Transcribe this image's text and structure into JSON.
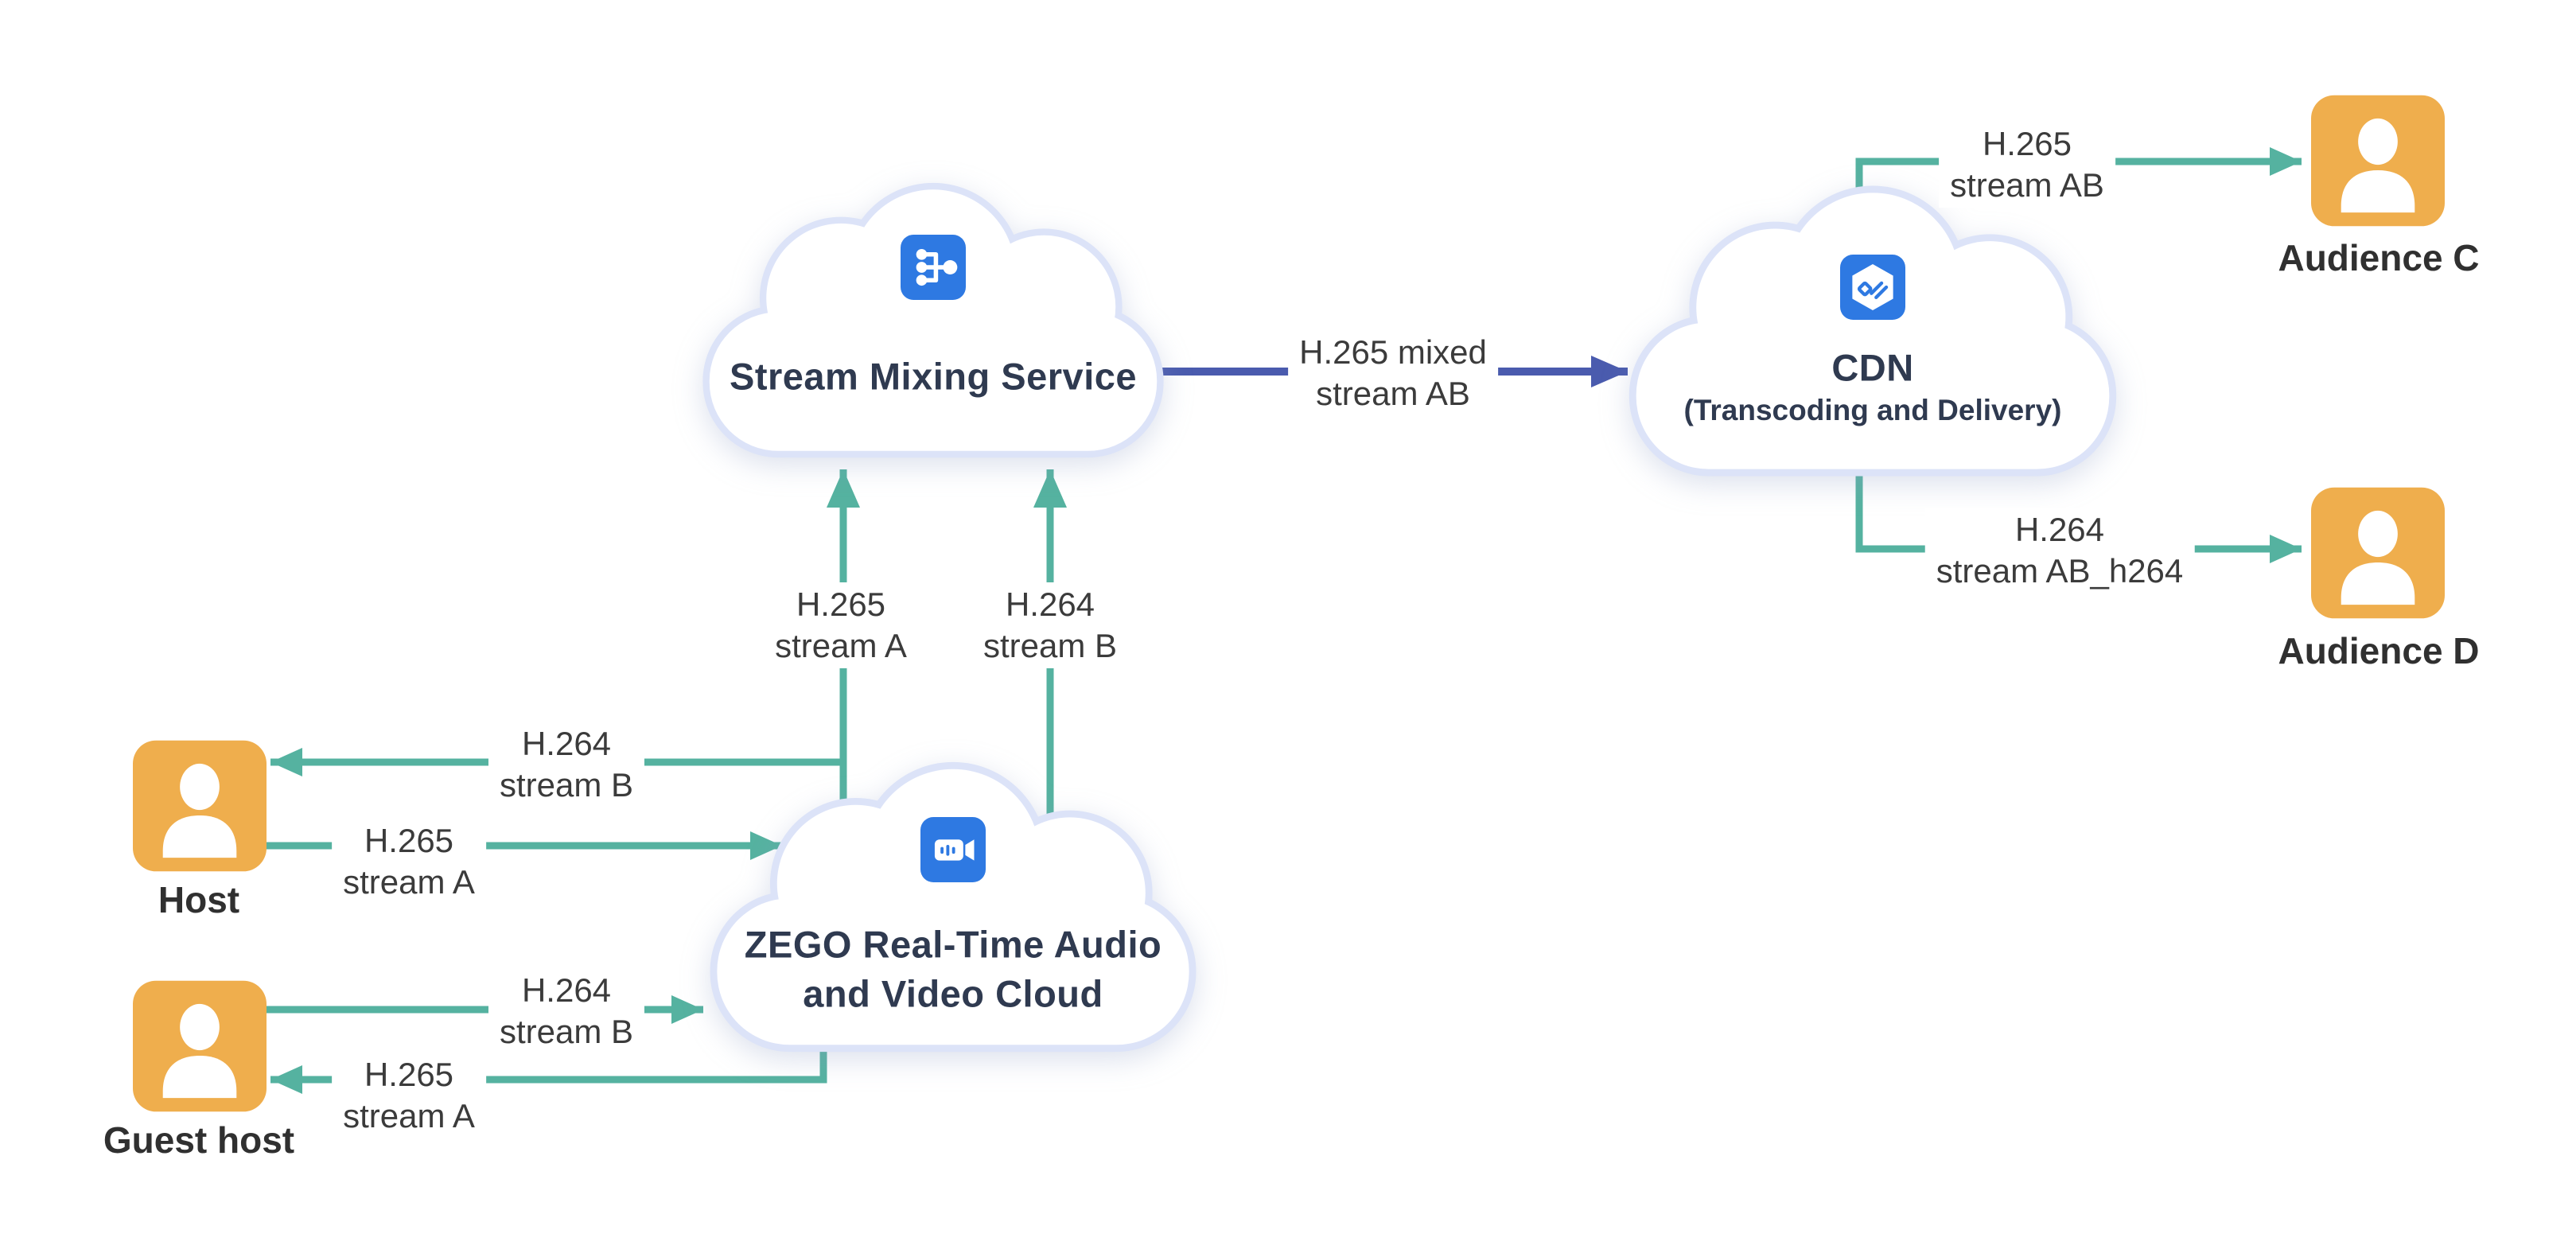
{
  "diagram": {
    "nodes": {
      "host": {
        "label": "Host",
        "icon": "person-icon"
      },
      "guest_host": {
        "label": "Guest host",
        "icon": "person-icon"
      },
      "audience_c": {
        "label": "Audience C",
        "icon": "person-icon"
      },
      "audience_d": {
        "label": "Audience D",
        "icon": "person-icon"
      },
      "stream_mixing_service": {
        "title": "Stream Mixing Service",
        "icon": "stream-merge-icon"
      },
      "zego_cloud": {
        "title_line1": "ZEGO Real-Time Audio",
        "title_line2": "and Video Cloud",
        "icon": "video-camera-icon"
      },
      "cdn": {
        "title": "CDN",
        "subtitle": "(Transcoding and Delivery)",
        "icon": "cdn-hexagon-icon"
      }
    },
    "edges": {
      "mixing_to_cdn": {
        "from": "stream_mixing_service",
        "to": "cdn",
        "line1": "H.265 mixed",
        "line2": "stream AB"
      },
      "zego_up_stream_a": {
        "from": "zego_cloud",
        "to": "stream_mixing_service",
        "line1": "H.265",
        "line2": "stream A"
      },
      "zego_up_stream_b": {
        "from": "zego_cloud",
        "to": "stream_mixing_service",
        "line1": "H.264",
        "line2": "stream B"
      },
      "zego_to_host": {
        "from": "zego_cloud",
        "to": "host",
        "line1": "H.264",
        "line2": "stream B"
      },
      "host_to_zego": {
        "from": "host",
        "to": "zego_cloud",
        "line1": "H.265",
        "line2": "stream A"
      },
      "guest_to_zego": {
        "from": "guest_host",
        "to": "zego_cloud",
        "line1": "H.264",
        "line2": "stream B"
      },
      "zego_to_guest": {
        "from": "zego_cloud",
        "to": "guest_host",
        "line1": "H.265",
        "line2": "stream A"
      },
      "cdn_to_audience_c": {
        "from": "cdn",
        "to": "audience_c",
        "line1": "H.265",
        "line2": "stream AB"
      },
      "cdn_to_audience_d": {
        "from": "cdn",
        "to": "audience_d",
        "line1": "H.264",
        "line2": "stream AB_h264"
      }
    },
    "colors": {
      "teal_arrow": "#55B2A0",
      "indigo_arrow": "#4A5BAE",
      "person_orange": "#EFAE4D",
      "icon_blue": "#2E79E2",
      "cloud_border": "#DCE3F8",
      "cloud_fill": "#FFFFFF",
      "title_text": "#2F3A50",
      "edge_label_text": "#3B3B3B"
    }
  }
}
